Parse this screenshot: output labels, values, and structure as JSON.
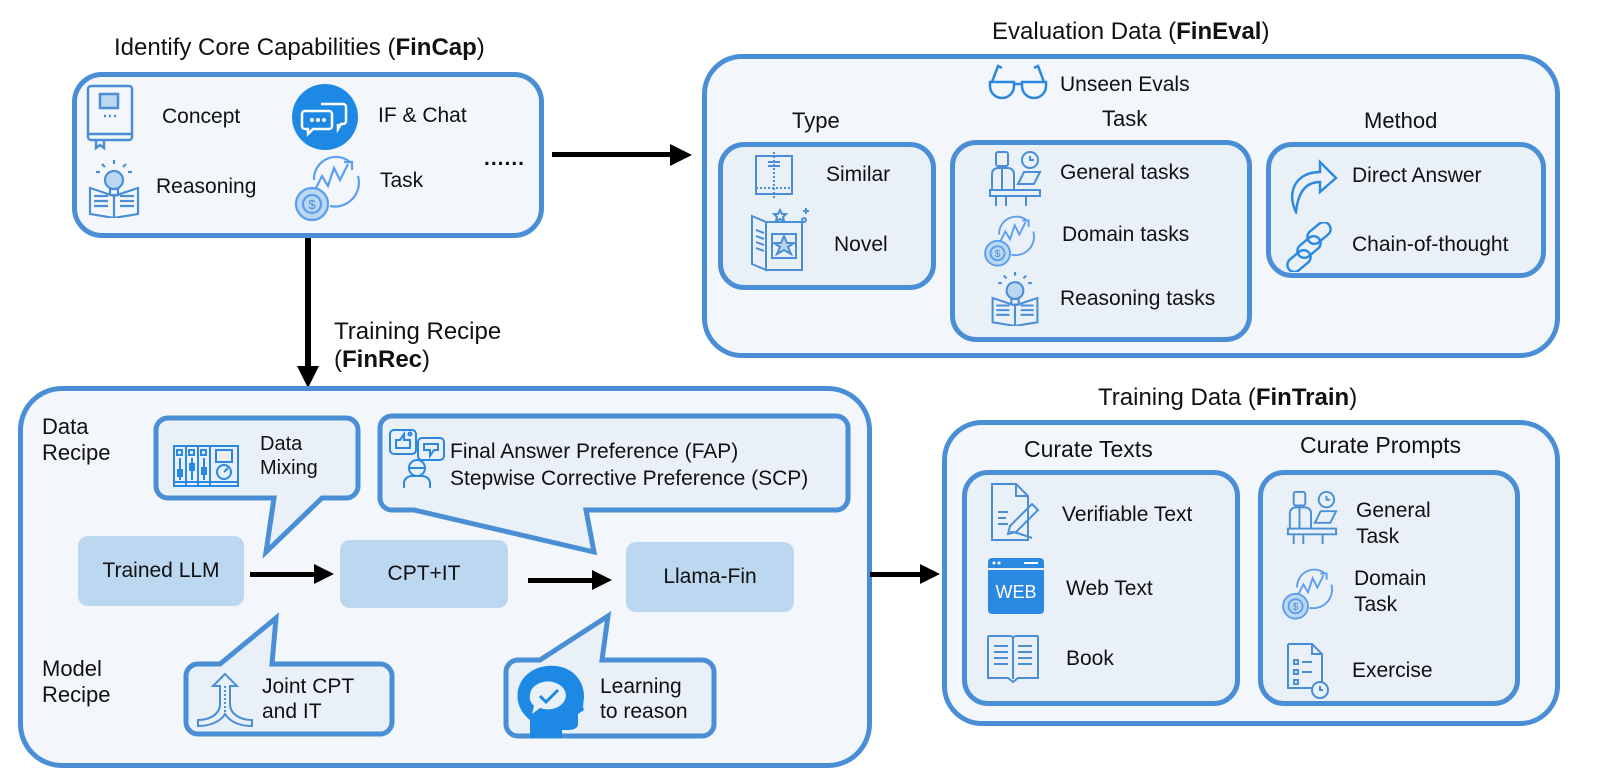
{
  "fincap": {
    "title_prefix": "Identify Core Capabilities (",
    "title_bold": "FinCap",
    "title_suffix": ")",
    "items": [
      {
        "label": "Concept",
        "icon": "book-icon"
      },
      {
        "label": "IF & Chat",
        "icon": "chat-bubbles-icon"
      },
      {
        "label": "Reasoning",
        "icon": "lightbulb-book-icon"
      },
      {
        "label": "Task",
        "icon": "finance-chart-coin-icon"
      }
    ],
    "ellipsis": "......"
  },
  "fineval": {
    "title_prefix": "Evaluation Data (",
    "title_bold": "FinEval",
    "title_suffix": ")",
    "unseen_label": "Unseen Evals",
    "type": {
      "header": "Type",
      "items": [
        {
          "label": "Similar",
          "icon": "folded-paper-icon"
        },
        {
          "label": "Novel",
          "icon": "novel-book-icon"
        }
      ]
    },
    "task": {
      "header": "Task",
      "items": [
        {
          "label": "General tasks",
          "icon": "person-laptop-icon"
        },
        {
          "label": "Domain tasks",
          "icon": "finance-chart-coin-icon"
        },
        {
          "label": "Reasoning tasks",
          "icon": "lightbulb-book-icon"
        }
      ]
    },
    "method": {
      "header": "Method",
      "items": [
        {
          "label": "Direct Answer",
          "icon": "curved-arrow-icon"
        },
        {
          "label": "Chain-of-thought",
          "icon": "chain-link-icon"
        }
      ]
    }
  },
  "finrec": {
    "arrow_label_line1": "Training Recipe",
    "arrow_label_prefix": "(",
    "arrow_label_bold": "FinRec",
    "arrow_label_suffix": ")",
    "data_recipe_line1": "Data",
    "data_recipe_line2": "Recipe",
    "model_recipe_line1": "Model",
    "model_recipe_line2": "Recipe",
    "data_mixing_line1": "Data",
    "data_mixing_line2": "Mixing",
    "preference_line1": "Final Answer Preference (FAP)",
    "preference_line2": "Stepwise Corrective Preference (SCP)",
    "joint_line1": "Joint CPT",
    "joint_line2": "and IT",
    "learning_line1": "Learning",
    "learning_line2": "to reason",
    "nodes": [
      "Trained LLM",
      "CPT+IT",
      "Llama-Fin"
    ]
  },
  "fintrain": {
    "title_prefix": "Training Data (",
    "title_bold": "FinTrain",
    "title_suffix": ")",
    "texts": {
      "header": "Curate Texts",
      "items": [
        {
          "label": "Verifiable Text",
          "icon": "document-pen-icon"
        },
        {
          "label": "Web Text",
          "icon": "web-icon",
          "badge": "WEB"
        },
        {
          "label": "Book",
          "icon": "open-book-icon"
        }
      ]
    },
    "prompts": {
      "header": "Curate Prompts",
      "items": [
        {
          "line1": "General",
          "line2": "Task",
          "icon": "person-laptop-icon"
        },
        {
          "line1": "Domain",
          "line2": "Task",
          "icon": "finance-chart-coin-icon"
        },
        {
          "line1": "Exercise",
          "line2": "",
          "icon": "exercise-sheet-icon"
        }
      ]
    }
  },
  "colors": {
    "border": "#4a8fd6",
    "panel_fill": "#f3f7fc",
    "inner_fill": "#e9f0f8",
    "node_fill": "#bcd7f0",
    "icon_blue": "#2b88e0"
  }
}
